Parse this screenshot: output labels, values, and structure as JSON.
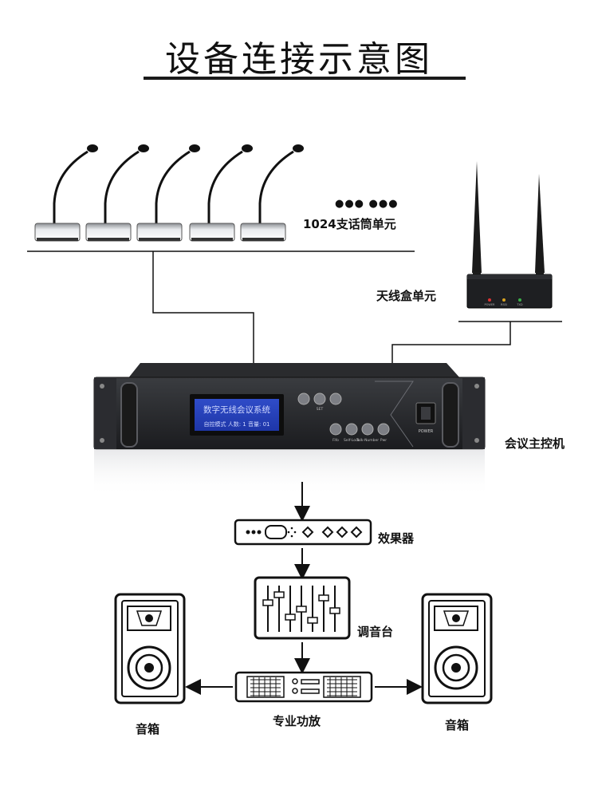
{
  "title": "设备连接示意图",
  "labels": {
    "microphones": "1024支话筒单元",
    "antenna": "天线盒单元",
    "host": "会议主控机",
    "effects": "效果器",
    "mixer": "调音台",
    "amplifier": "专业功放",
    "speaker_left": "音箱",
    "speaker_right": "音箱"
  },
  "ellipsis": "●●● ●●●",
  "host_panel": {
    "lcd_line1": "数字无线会议系统",
    "lcd_line2": "自控模式  人数: 1  音量: 01",
    "btn_set": "SET",
    "btn_labels": [
      "Fifo",
      "Self-Lock",
      "Talk-Number",
      "Pwr"
    ],
    "power": "POWER"
  },
  "antenna_leds": [
    "POWER",
    "RSSI",
    "TXD"
  ],
  "microphone_count_visible": 5
}
